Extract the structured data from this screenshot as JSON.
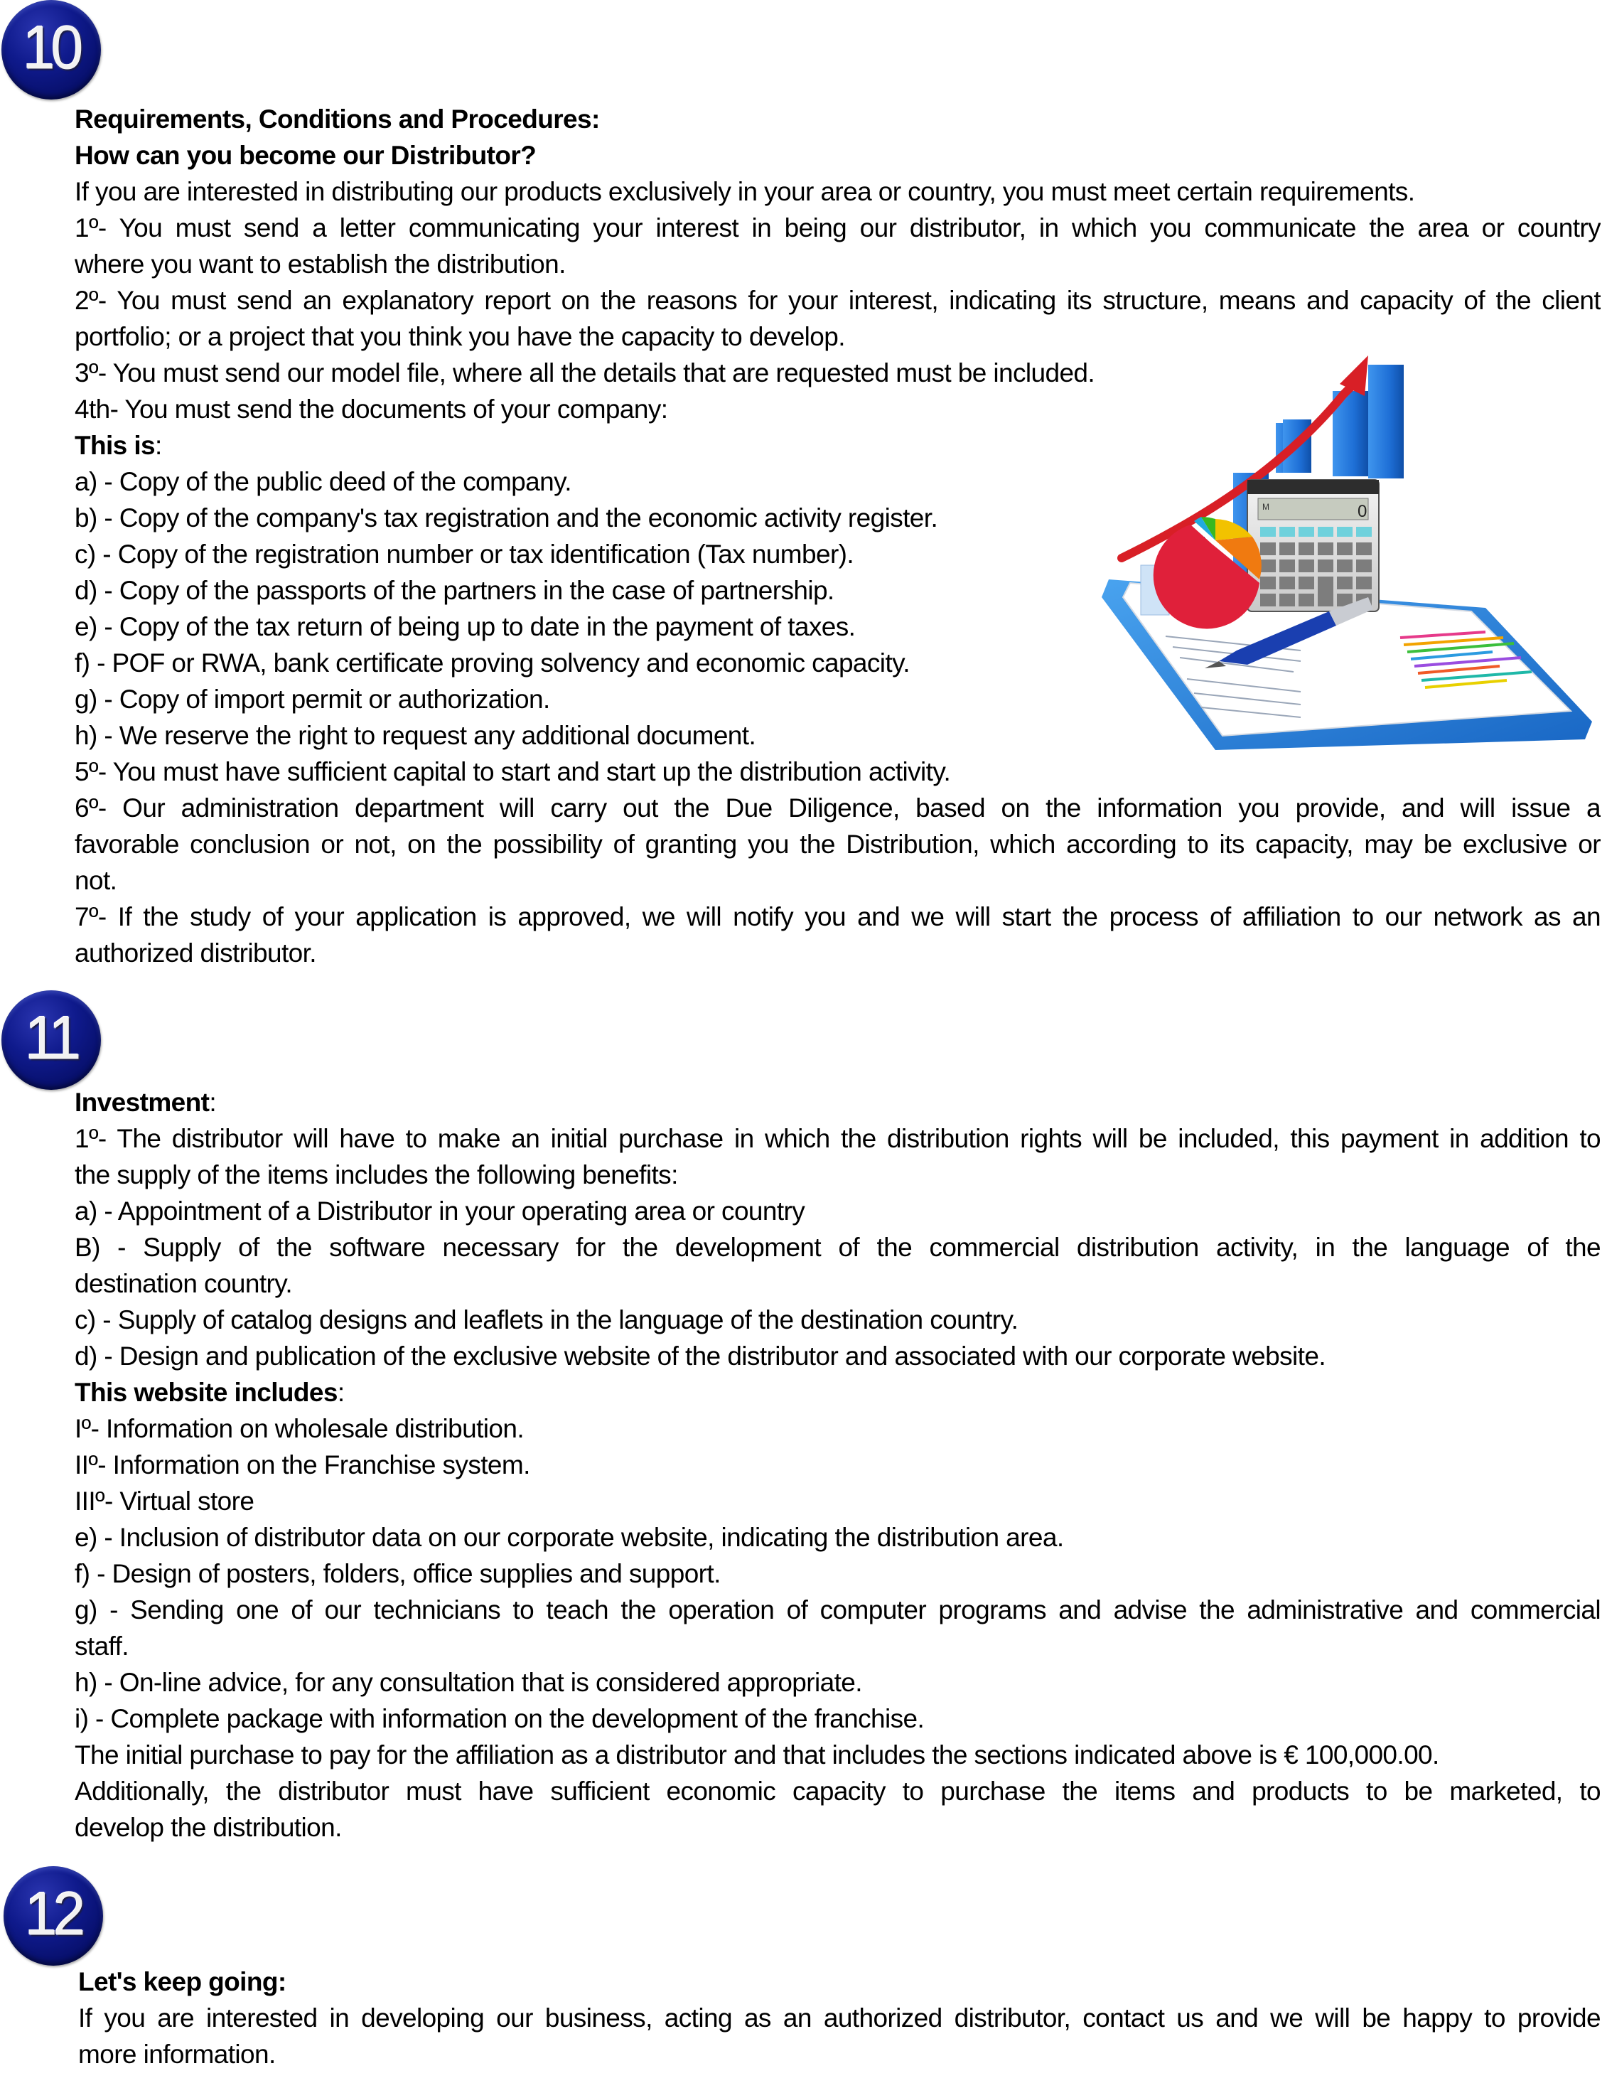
{
  "sections": [
    {
      "number": "10",
      "lines": [
        {
          "text": "Requirements, Conditions and Procedures:",
          "bold": true
        },
        {
          "text": "How can you become our Distributor?",
          "bold": true
        },
        {
          "text": "If you are interested in distributing our products exclusively in your area or country, you must meet certain requirements."
        },
        {
          "text": "1º- You must send a letter communicating your interest in being our distributor, in which you communicate the area or country",
          "justify": true
        },
        {
          "text": "where you want to establish the distribution."
        },
        {
          "text": "2º- You must send an explanatory report on the reasons for your interest, indicating its structure, means and capacity of the client",
          "justify": true
        },
        {
          "text": "portfolio; or a project that you think you have the capacity to develop."
        },
        {
          "text": "3º- You must send our model file, where all the details that are requested must be included."
        },
        {
          "text": "4th- You must send the documents of your company:"
        },
        {
          "label": "This is",
          "suffix": ":"
        },
        {
          "text": "a) - Copy of the public deed of the company."
        },
        {
          "text": "b) - Copy of the company's tax registration and the economic activity register."
        },
        {
          "text": "c) - Copy of the registration number or tax identification (Tax number)."
        },
        {
          "text": "d) - Copy of the passports of the partners in the case of partnership."
        },
        {
          "text": "e) - Copy of the tax return of being up to date in the payment of taxes."
        },
        {
          "text": "f) - POF or RWA, bank certificate proving solvency and economic capacity."
        },
        {
          "text": "g) - Copy of import permit or authorization."
        },
        {
          "text": "h) - We reserve the right to request any additional document."
        },
        {
          "text": "5º- You must have sufficient capital to start and start up the distribution activity."
        },
        {
          "text": "6º- Our administration department will carry out the Due Diligence, based on the information you provide, and will issue a",
          "justify": true
        },
        {
          "text": "favorable conclusion or not, on the possibility of granting you the Distribution, which according to its capacity, may be exclusive or",
          "justify": true
        },
        {
          "text": "not."
        },
        {
          "text": "7º- If the study of your application is approved, we will notify you and we will start the process of affiliation to our network as an",
          "justify": true
        },
        {
          "text": "authorized distributor."
        }
      ]
    },
    {
      "number": "11",
      "lines": [
        {
          "label": "Investment",
          "suffix": ":"
        },
        {
          "text": "1º- The distributor will have to make an initial purchase in which the distribution rights will be included, this payment in addition to",
          "justify": true
        },
        {
          "text": "the supply of the items includes the following benefits:"
        },
        {
          "text": "a) - Appointment of a Distributor in your operating area or country"
        },
        {
          "text": "B) - Supply of the software necessary for the development of the commercial distribution activity, in the language of the",
          "justify": true
        },
        {
          "text": "destination country."
        },
        {
          "text": "c) - Supply of catalog designs and leaflets in the language of the destination country."
        },
        {
          "text": "d) - Design and publication of the exclusive website of the distributor and associated with our corporate website."
        },
        {
          "label": "This website includes",
          "suffix": ":"
        },
        {
          "text": "Iº- Information on wholesale distribution."
        },
        {
          "text": "IIº- Information on the Franchise system."
        },
        {
          "text": "IIIº- Virtual store"
        },
        {
          "text": "e) - Inclusion of distributor data on our corporate website, indicating the distribution area."
        },
        {
          "text": "f) - Design of posters, folders, office supplies and support."
        },
        {
          "text": "g) - Sending one of our technicians to teach the operation of computer programs and advise the administrative and commercial",
          "justify": true
        },
        {
          "text": "staff."
        },
        {
          "text": "h) - On-line advice, for any consultation that is considered appropriate."
        },
        {
          "text": "i) - Complete package with information on the development of the franchise."
        },
        {
          "text": "The initial purchase to pay for the affiliation as a distributor and that includes the sections indicated above is € 100,000.00."
        },
        {
          "text": "Additionally, the distributor must have sufficient economic capacity to purchase the items and products to be marketed, to",
          "justify": true
        },
        {
          "text": "develop the distribution."
        }
      ]
    },
    {
      "number": "12",
      "lines": [
        {
          "text": "Let's keep going:",
          "bold": true
        },
        {
          "text": "If you are interested in developing our business, acting as an authorized distributor, contact us and we will be happy to provide",
          "justify": true
        },
        {
          "text": "more information."
        }
      ]
    }
  ],
  "illustration": {
    "icon": "finance-chart-calculator-illustration",
    "calculator_display": "0",
    "calculator_memory": "M",
    "colors": {
      "arrow": "#d81f26",
      "bars": "#1e73d8",
      "clipboard": "#1f7ad6",
      "pie_red": "#e0203a",
      "pie_yellow": "#f2c200",
      "pie_orange": "#f07a10",
      "pie_green": "#38b820",
      "pie_cyan": "#22aadd"
    }
  },
  "colors": {
    "badge": "#0b137a",
    "text": "#000000",
    "background": "#ffffff"
  }
}
